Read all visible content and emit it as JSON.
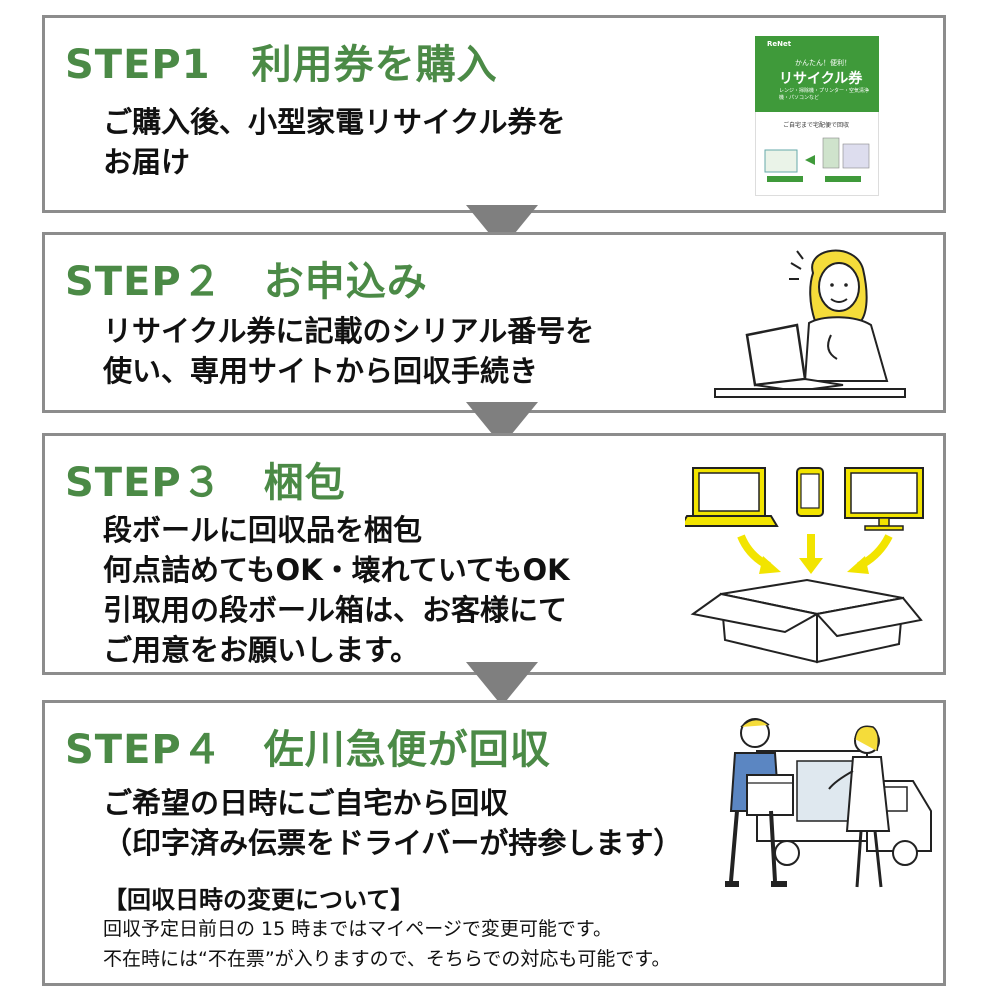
{
  "steps": [
    {
      "title": "STEP1　利用券を購入",
      "lines": [
        "ご購入後、小型家電リサイクル券を",
        "お届け"
      ]
    },
    {
      "title": "STEP２　お申込み",
      "lines": [
        "リサイクル券に記載のシリアル番号を",
        "使い、専用サイトから回収手続き"
      ]
    },
    {
      "title": "STEP３　梱包",
      "lines": [
        "段ボールに回収品を梱包",
        "何点詰めてもOK・壊れていてもOK",
        "引取用の段ボール箱は、お客様にて",
        "ご用意をお願いします。"
      ]
    },
    {
      "title": "STEP４　佐川急便が回収",
      "lines": [
        "ご希望の日時にご自宅から回収",
        "（印字済み伝票をドライバーが持参します）"
      ],
      "note_head": "【回収日時の変更について】",
      "note_lines": [
        "回収予定日前日の 15 時まではマイページで変更可能です。",
        "不在時には“不在票”が入りますので、そちらでの対応も可能です。"
      ]
    }
  ],
  "ticket": {
    "brand": "ReNet",
    "tagline": "かんたん！便利！",
    "name": "リサイクル券",
    "items": "レンジ・掃除機・プリンター・空気清浄機・パソコンなど",
    "sub": "ご自宅まで宅配便で回収"
  },
  "icons": [
    "person-laptop-icon",
    "laptop-icon",
    "smartphone-icon",
    "monitor-icon",
    "cardboard-box-icon",
    "delivery-people-truck-icon"
  ],
  "colors": {
    "accent": "#4b8a46",
    "border": "#8c8c8c",
    "arrow": "#7f7f7f",
    "highlight": "#f2e400"
  }
}
